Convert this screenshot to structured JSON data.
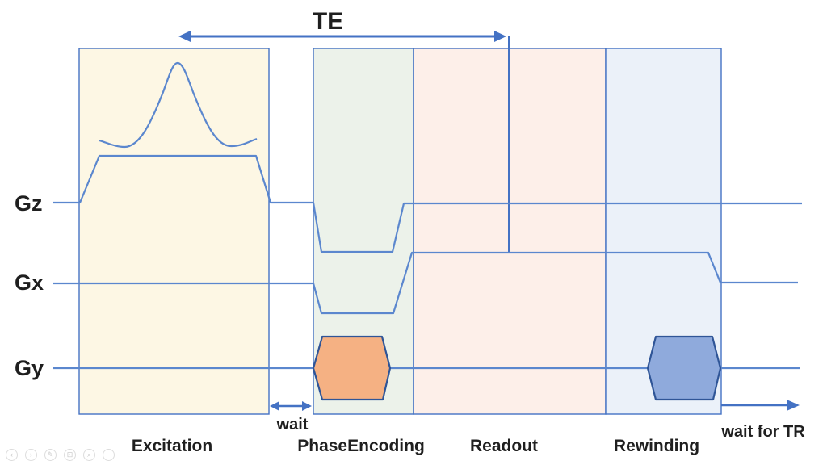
{
  "diagram": {
    "te_label": "TE",
    "axes": [
      {
        "label": "Gz"
      },
      {
        "label": "Gx"
      },
      {
        "label": "Gy"
      }
    ],
    "phases": [
      {
        "label": "Excitation",
        "color": "#fdf7e4"
      },
      {
        "label": "PhaseEncoding",
        "color": "#ecf2ea"
      },
      {
        "label": "Readout",
        "color": "#fdefe9"
      },
      {
        "label": "Rewinding",
        "color": "#ebf1f9"
      }
    ],
    "annotations": {
      "wait": "wait",
      "wait_for_tr": "wait for TR"
    },
    "colors": {
      "arrow": "#4472c4",
      "waveform": "#5b87ce",
      "region_border": "#4472c4",
      "phase_encode_fill": "#f5b183",
      "rewind_fill": "#8faadc",
      "gradient_border": "#2f5597",
      "text": "#1f1f1f"
    },
    "toolbar": [
      {
        "name": "previous-slide",
        "glyph": "‹"
      },
      {
        "name": "next-slide",
        "glyph": "›"
      },
      {
        "name": "pen",
        "glyph": "✎"
      },
      {
        "name": "see-all-slides",
        "glyph": "⊡"
      },
      {
        "name": "zoom",
        "glyph": "⌕"
      },
      {
        "name": "more-options",
        "glyph": "⋯"
      }
    ]
  }
}
